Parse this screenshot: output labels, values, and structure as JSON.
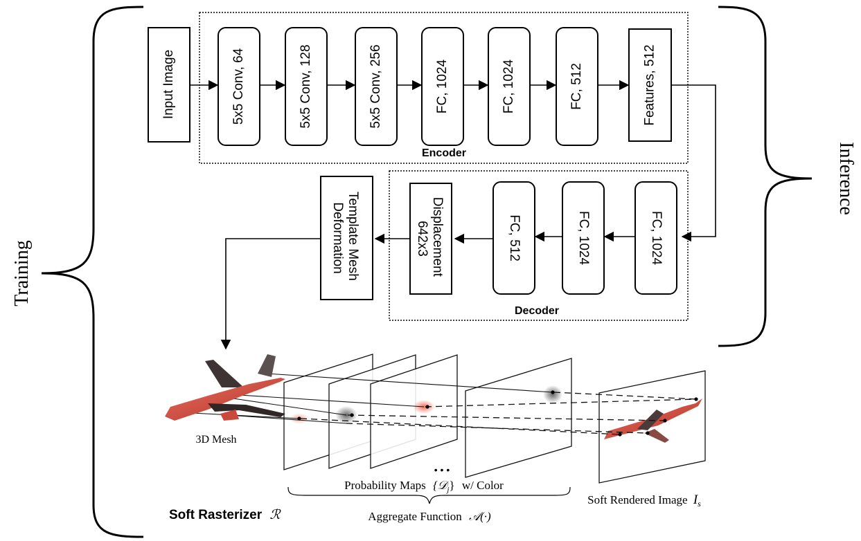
{
  "encoder": {
    "title": "Encoder",
    "input": "Input Image",
    "layers": [
      "5x5 Conv, 64",
      "5x5 Conv, 128",
      "5x5 Conv, 256",
      "FC, 1024",
      "FC, 1024",
      "FC, 512",
      "Features, 512"
    ]
  },
  "decoder": {
    "title": "Decoder",
    "layers": [
      "FC, 1024",
      "FC, 1024",
      "FC, 512"
    ],
    "displacement": [
      "Displacement",
      "642x3"
    ]
  },
  "template": [
    "Template Mesh",
    "Deformation"
  ],
  "labels": {
    "training": "Training",
    "inference": "Inference",
    "mesh": "3D Mesh",
    "prob_maps_prefix": "Probability Maps",
    "prob_maps_symbol": "{𝒟",
    "prob_maps_sub": "j",
    "prob_maps_close": "}",
    "prob_maps_suffix": "w/ Color",
    "ellipsis": "• • •",
    "soft_image_prefix": "Soft Rendered Image",
    "soft_image_symbol": "I",
    "soft_image_sub": "s",
    "aggregate_prefix": "Aggregate Function",
    "aggregate_symbol": "𝒜(·)",
    "soft_rasterizer": "Soft Rasterizer",
    "soft_rasterizer_symbol": "ℛ"
  },
  "colors": {
    "mesh_red": "#d9594a",
    "mesh_dark": "#3a3030",
    "blob_red": "#f07a66",
    "blob_gray": "#6d6d6d"
  }
}
